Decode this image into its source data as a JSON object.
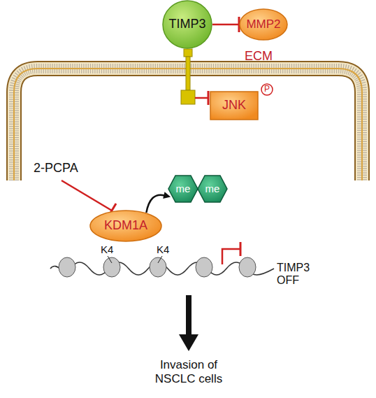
{
  "diagram": {
    "nodes": [
      {
        "text": [
          "TIMP3"
        ]
      },
      {
        "text": [
          "MMP2"
        ]
      },
      {
        "text": [
          "P"
        ]
      },
      {
        "text": [
          "JNK"
        ]
      },
      {
        "text": [
          "KDM1A"
        ]
      },
      {
        "text": [
          "me"
        ]
      },
      {
        "text": [
          "me"
        ]
      }
    ],
    "edges": [
      {
        "from": 0,
        "to": 1,
        "arrow": "to"
      },
      {
        "from": 4,
        "to": 5,
        "arrow": "to"
      }
    ],
    "labels": [
      "ECM",
      "2-PCPA",
      "K4",
      "K4",
      "TIMP3 OFF",
      "Invasion of NSCLC cells"
    ]
  }
}
